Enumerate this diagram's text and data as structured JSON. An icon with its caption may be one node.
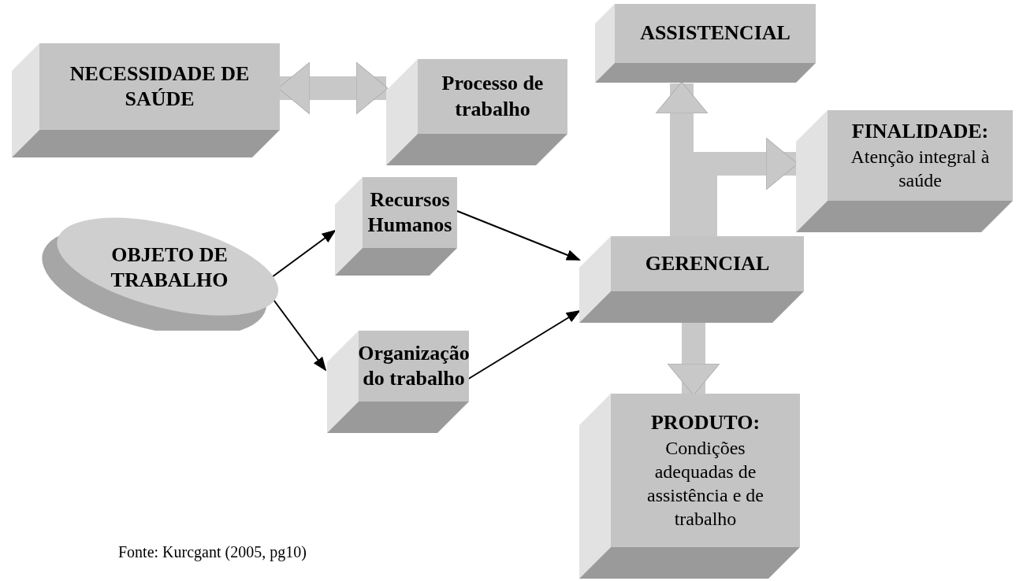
{
  "diagram": {
    "nodes": [
      {
        "text": [
          "NECESSIDADE DE SAÚDE"
        ]
      },
      {
        "text": [
          "Processo de trabalho"
        ]
      },
      {
        "text": [
          "ASSISTENCIAL"
        ]
      },
      {
        "text": [
          "FINALIDADE:",
          "Atenção integral à saúde"
        ]
      },
      {
        "text": [
          "OBJETO DE TRABALHO"
        ]
      },
      {
        "text": [
          "Recursos Humanos"
        ]
      },
      {
        "text": [
          "GERENCIAL"
        ]
      },
      {
        "text": [
          "Organização do trabalho"
        ]
      },
      {
        "text": [
          "PRODUTO:",
          "Condições adequadas de assistência e de trabalho"
        ]
      }
    ],
    "edges": [
      {
        "from": 0,
        "to": 1,
        "arrow": "both",
        "style": "thick",
        "color": "#c8c8c8"
      },
      {
        "from": 4,
        "to": 5,
        "arrow": "to",
        "color": "#000000"
      },
      {
        "from": 4,
        "to": 7,
        "arrow": "to",
        "color": "#000000"
      },
      {
        "from": 5,
        "to": 6,
        "arrow": "to",
        "color": "#000000"
      },
      {
        "from": 7,
        "to": 6,
        "arrow": "to",
        "color": "#000000"
      },
      {
        "from": 6,
        "to": 2,
        "arrow": "to",
        "style": "thick",
        "color": "#c8c8c8"
      },
      {
        "from": 6,
        "to": 3,
        "arrow": "to",
        "style": "thick",
        "color": "#c8c8c8"
      },
      {
        "from": 6,
        "to": 8,
        "arrow": "to",
        "style": "thick",
        "color": "#c8c8c8"
      }
    ],
    "labels": [
      "Fonte: Kurcgant (2005, pg10)"
    ]
  }
}
